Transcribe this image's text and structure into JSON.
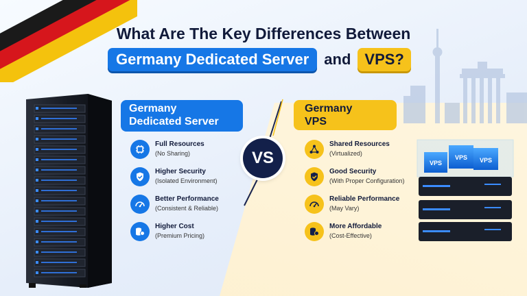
{
  "title": {
    "line1": "What Are The Key Differences Between",
    "highlight_dedicated": "Germany Dedicated Server",
    "and_word": "and",
    "highlight_vps": "VPS?"
  },
  "dedicated": {
    "heading_line1": "Germany",
    "heading_line2": "Dedicated Server",
    "features": [
      {
        "title": "Full Resources",
        "sub": "(No Sharing)",
        "icon": "cpu-chip-icon"
      },
      {
        "title": "Higher Security",
        "sub": "(Isolated Environment)",
        "icon": "shield-check-icon"
      },
      {
        "title": "Better Performance",
        "sub": "(Consistent & Reliable)",
        "icon": "speedometer-icon"
      },
      {
        "title": "Higher Cost",
        "sub": "(Premium Pricing)",
        "icon": "coin-stack-icon"
      }
    ]
  },
  "vs_label": "VS",
  "vps": {
    "heading_line1": "Germany",
    "heading_line2": "VPS",
    "features": [
      {
        "title": "Shared Resources",
        "sub": "(Virtualized)",
        "icon": "share-nodes-icon"
      },
      {
        "title": "Good Security",
        "sub": "(With Proper Configuration)",
        "icon": "shield-check-icon"
      },
      {
        "title": "Reliable Performance",
        "sub": "(May Vary)",
        "icon": "speedometer-icon"
      },
      {
        "title": "More Affordable",
        "sub": "(Cost-Effective)",
        "icon": "coin-stack-icon"
      }
    ],
    "cube_labels": [
      "VPS",
      "VPS",
      "VPS"
    ]
  },
  "colors": {
    "blue": "#1677e6",
    "gold": "#f6c21b",
    "navy": "#13204a",
    "flag_black": "#1a1a1a",
    "flag_red": "#d6161c",
    "flag_gold": "#f4c20d"
  }
}
